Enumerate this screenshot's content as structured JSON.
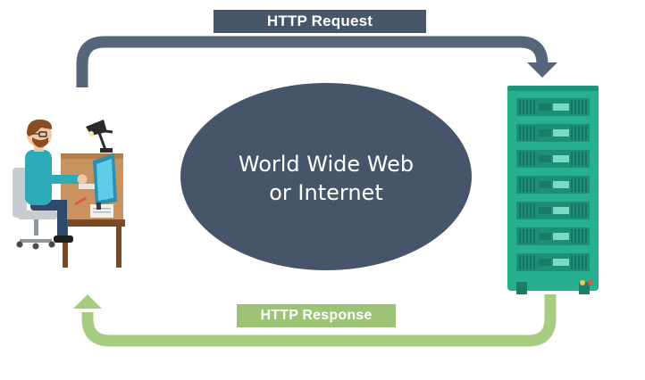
{
  "request_label": "HTTP Request",
  "response_label": "HTTP Response",
  "center": {
    "line1": "World Wide Web",
    "line2": "or Internet"
  },
  "colors": {
    "request_arrow": "#56657a",
    "response_arrow": "#a6cc80",
    "cloud": "#46556a",
    "server_body": "#26b08f",
    "server_light": "#78dcc4"
  },
  "icons": {
    "client": "person-at-computer-icon",
    "server": "server-rack-icon"
  }
}
